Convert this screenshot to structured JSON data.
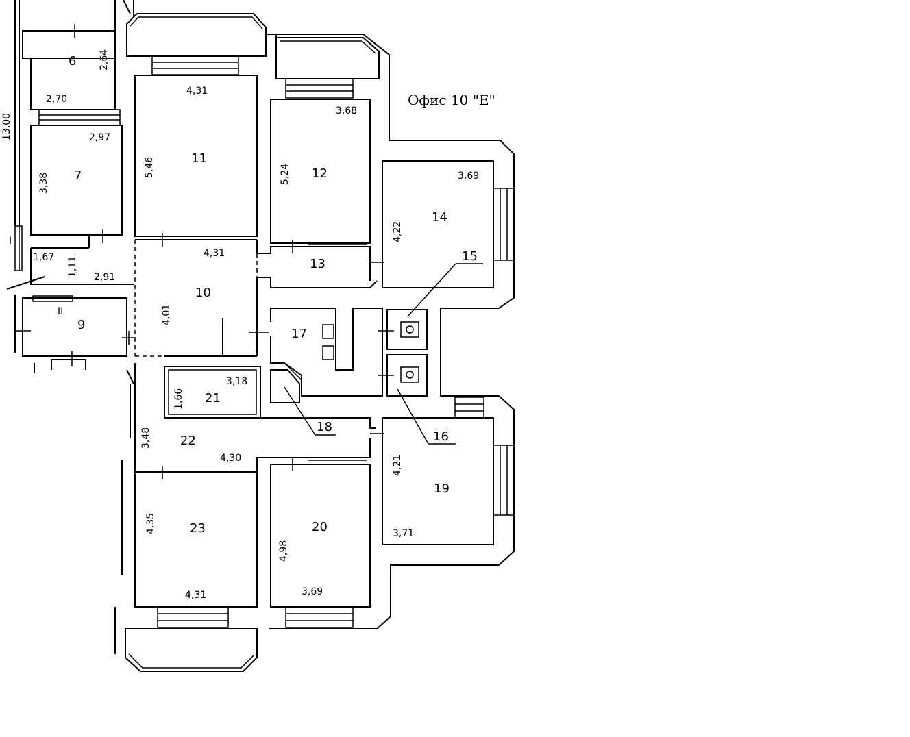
{
  "title": "Офис 10 \"Е\"",
  "rooms": [
    {
      "id": "6",
      "number": "6",
      "dims": [
        "2,64",
        "2,70"
      ]
    },
    {
      "id": "7",
      "number": "7",
      "dims": [
        "2,97",
        "3,38"
      ]
    },
    {
      "id": "8",
      "number": "",
      "dims": [
        "1,67",
        "1,11",
        "2,91"
      ]
    },
    {
      "id": "9",
      "number": "9",
      "dims": []
    },
    {
      "id": "10",
      "number": "10",
      "dims": [
        "4,31",
        "4,01"
      ]
    },
    {
      "id": "11",
      "number": "11",
      "dims": [
        "4,31",
        "5,46"
      ]
    },
    {
      "id": "12",
      "number": "12",
      "dims": [
        "3,68",
        "5,24"
      ]
    },
    {
      "id": "13",
      "number": "13",
      "dims": []
    },
    {
      "id": "14",
      "number": "14",
      "dims": [
        "3,69",
        "4,22"
      ]
    },
    {
      "id": "15",
      "number": "15",
      "dims": []
    },
    {
      "id": "16",
      "number": "16",
      "dims": []
    },
    {
      "id": "17",
      "number": "17",
      "dims": []
    },
    {
      "id": "18",
      "number": "18",
      "dims": []
    },
    {
      "id": "19",
      "number": "19",
      "dims": [
        "4,21",
        "3,71"
      ]
    },
    {
      "id": "20",
      "number": "20",
      "dims": [
        "4,98",
        "3,69"
      ]
    },
    {
      "id": "21",
      "number": "21",
      "dims": [
        "3,18",
        "1,66"
      ]
    },
    {
      "id": "22",
      "number": "22",
      "dims": [
        "3,48",
        "4,30"
      ]
    },
    {
      "id": "23",
      "number": "23",
      "dims": [
        "4,35",
        "4,31"
      ]
    }
  ],
  "extra_labels": {
    "overall": "13,00",
    "stair_mark_1": "I",
    "stair_mark_2": "II"
  }
}
